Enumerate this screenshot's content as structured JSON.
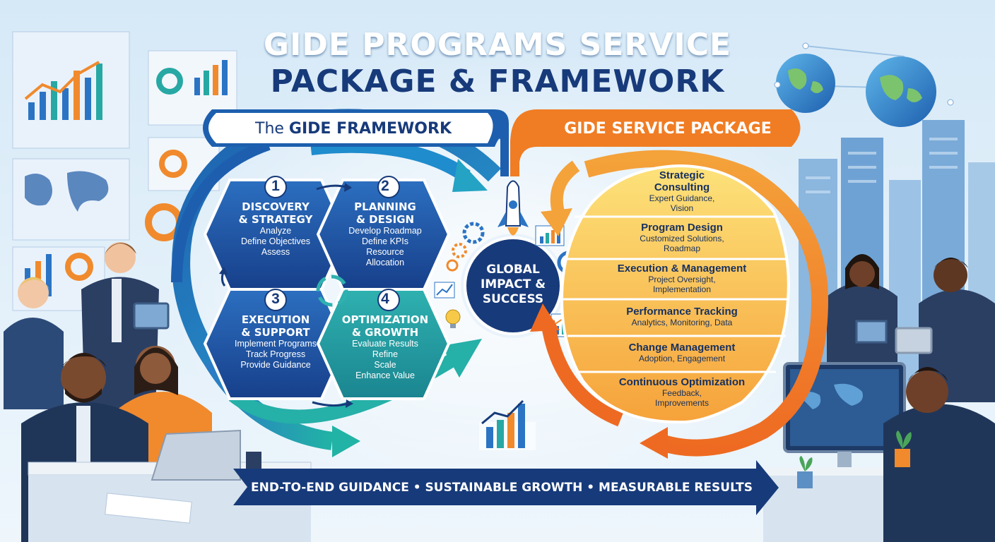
{
  "title_line1": "GIDE PROGRAMS SERVICE",
  "title_line2": "PACKAGE & FRAMEWORK",
  "framework": {
    "banner_prefix": "The",
    "banner_main": "GIDE FRAMEWORK",
    "steps": [
      {
        "num": "1",
        "title_l1": "DISCOVERY",
        "title_l2": "& STRATEGY",
        "items": [
          "Analyze",
          "Define Objectives",
          "Assess"
        ]
      },
      {
        "num": "2",
        "title_l1": "PLANNING",
        "title_l2": "& DESIGN",
        "items": [
          "Develop Roadmap",
          "Define KPIs",
          "Resource",
          "Allocation"
        ]
      },
      {
        "num": "3",
        "title_l1": "EXECUTION",
        "title_l2": "& SUPPORT",
        "items": [
          "Implement Programs",
          "Track Progress",
          "Provide Guidance"
        ]
      },
      {
        "num": "4",
        "title_l1": "OPTIMIZATION",
        "title_l2": "& GROWTH",
        "items": [
          "Evaluate Results",
          "Refine",
          "Scale",
          "Enhance Value"
        ]
      }
    ]
  },
  "center": {
    "l1": "GLOBAL",
    "l2": "IMPACT &",
    "l3": "SUCCESS"
  },
  "package": {
    "banner": "GIDE SERVICE PACKAGE",
    "items": [
      {
        "title_l1": "Strategic",
        "title_l2": "Consulting",
        "desc_l1": "Expert Guidance,",
        "desc_l2": "Vision"
      },
      {
        "title_l1": "Program Design",
        "title_l2": "",
        "desc_l1": "Customized Solutions,",
        "desc_l2": "Roadmap"
      },
      {
        "title_l1": "Execution & Management",
        "title_l2": "",
        "desc_l1": "Project Oversight,",
        "desc_l2": "Implementation"
      },
      {
        "title_l1": "Performance Tracking",
        "title_l2": "",
        "desc_l1": "Analytics, Monitoring, Data",
        "desc_l2": ""
      },
      {
        "title_l1": "Change Management",
        "title_l2": "",
        "desc_l1": "Adoption, Engagement",
        "desc_l2": ""
      },
      {
        "title_l1": "Continuous Optimization",
        "title_l2": "",
        "desc_l1": "Feedback,",
        "desc_l2": "Improvements"
      }
    ]
  },
  "footer": "END-TO-END GUIDANCE • SUSTAINABLE GROWTH • MEASURABLE RESULTS",
  "colors": {
    "navy": "#173a7a",
    "blue": "#1e6fb8",
    "teal": "#23a3a6",
    "orange": "#f07d24",
    "yellow": "#f7c948"
  }
}
